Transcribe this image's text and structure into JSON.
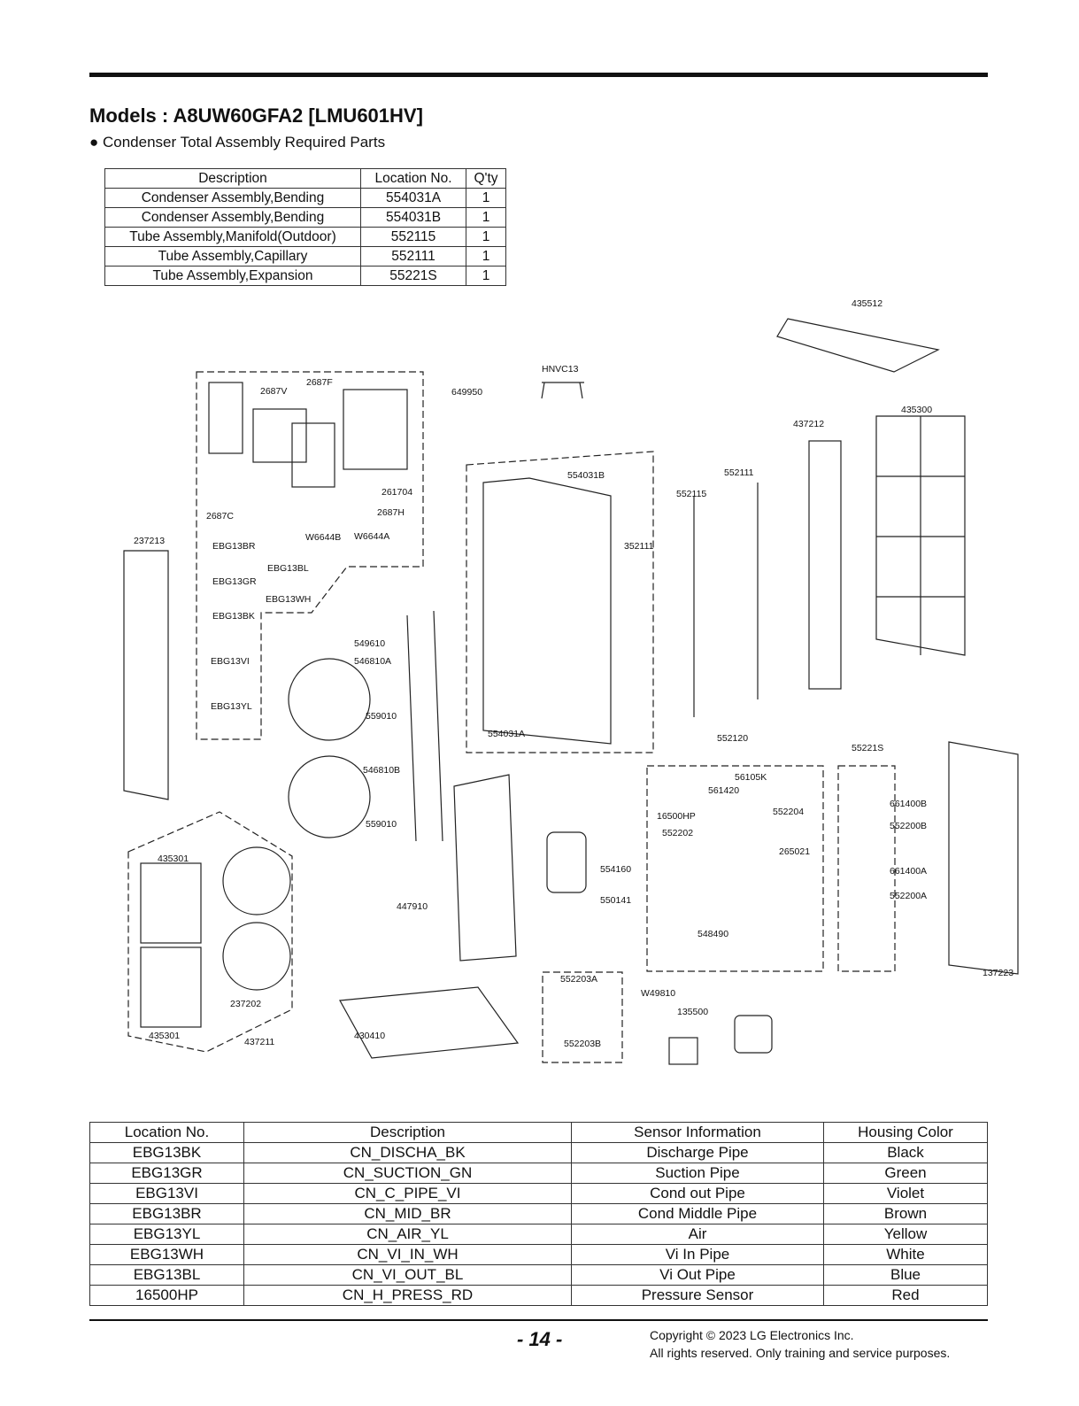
{
  "title": "Models : A8UW60GFA2 [LMU601HV]",
  "subtitle": "● Condenser Total Assembly Required Parts",
  "required_parts": {
    "headers": [
      "Description",
      "Location No.",
      "Q'ty"
    ],
    "rows": [
      [
        "Condenser Assembly,Bending",
        "554031A",
        "1"
      ],
      [
        "Condenser Assembly,Bending",
        "554031B",
        "1"
      ],
      [
        "Tube Assembly,Manifold(Outdoor)",
        "552115",
        "1"
      ],
      [
        "Tube Assembly,Capillary",
        "552111",
        "1"
      ],
      [
        "Tube Assembly,Expansion",
        "55221S",
        "1"
      ]
    ]
  },
  "diagram_labels": [
    "435512",
    "HNVC13",
    "649950",
    "2687F",
    "2687V",
    "435300",
    "437212",
    "554031B",
    "552111",
    "552115",
    "261704",
    "2687H",
    "2687C",
    "W6644B",
    "W6644A",
    "237213",
    "EBG13BR",
    "EBG13BL",
    "EBG13GR",
    "EBG13WH",
    "EBG13BK",
    "352111",
    "549610",
    "546810A",
    "EBG13VI",
    "EBG13YL",
    "559010",
    "554031A",
    "552120",
    "55221S",
    "56105K",
    "546810B",
    "561420",
    "552204",
    "16500HP",
    "661400B",
    "552202",
    "552200B",
    "265021",
    "559010",
    "554160",
    "661400A",
    "435301",
    "552200A",
    "550141",
    "447910",
    "548490",
    "137223",
    "552203A",
    "W49810",
    "237202",
    "135500",
    "435301",
    "437211",
    "430410",
    "552203B"
  ],
  "sensor_table": {
    "headers": [
      "Location No.",
      "Description",
      "Sensor Information",
      "Housing Color"
    ],
    "rows": [
      [
        "EBG13BK",
        "CN_DISCHA_BK",
        "Discharge Pipe",
        "Black"
      ],
      [
        "EBG13GR",
        "CN_SUCTION_GN",
        "Suction Pipe",
        "Green"
      ],
      [
        "EBG13VI",
        "CN_C_PIPE_VI",
        "Cond out Pipe",
        "Violet"
      ],
      [
        "EBG13BR",
        "CN_MID_BR",
        "Cond Middle Pipe",
        "Brown"
      ],
      [
        "EBG13YL",
        "CN_AIR_YL",
        "Air",
        "Yellow"
      ],
      [
        "EBG13WH",
        "CN_VI_IN_WH",
        "Vi In Pipe",
        "White"
      ],
      [
        "EBG13BL",
        "CN_VI_OUT_BL",
        "Vi Out Pipe",
        "Blue"
      ],
      [
        "16500HP",
        "CN_H_PRESS_RD",
        "Pressure Sensor",
        "Red"
      ]
    ]
  },
  "footer": {
    "page": "- 14 -",
    "copyright": "Copyright © 2023 LG Electronics Inc.",
    "rights": "All rights reserved. Only training and service purposes."
  }
}
